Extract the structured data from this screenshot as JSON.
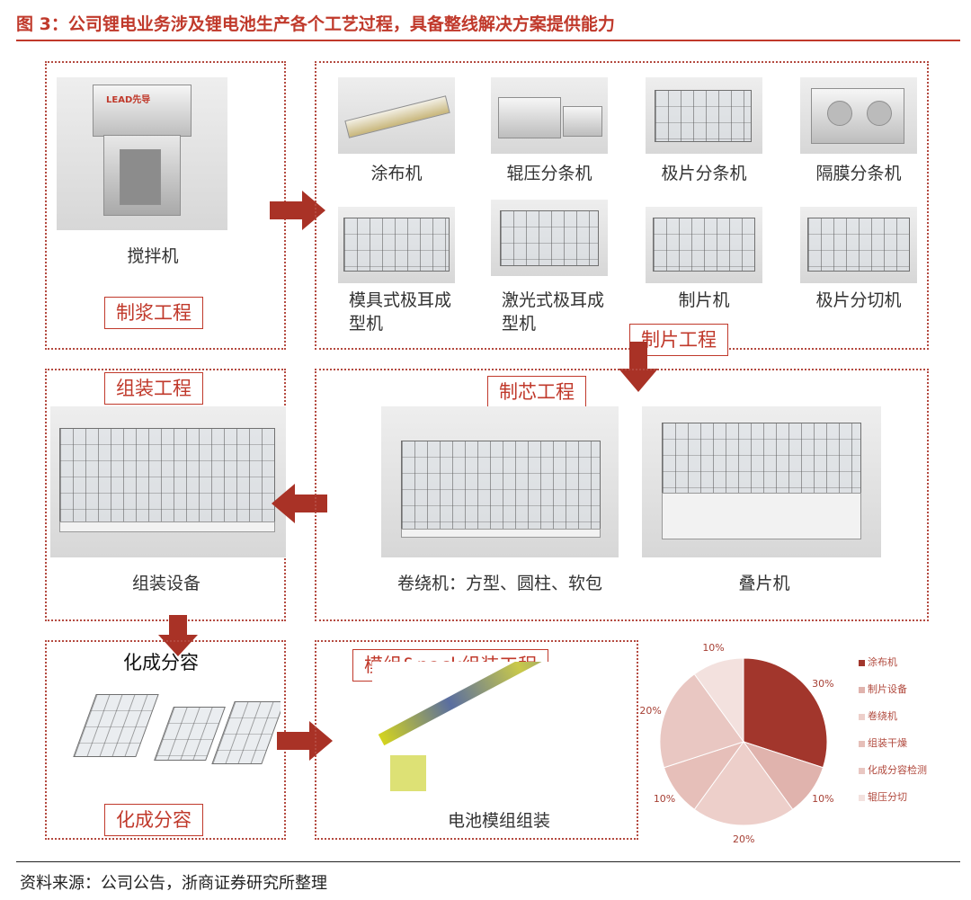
{
  "title": "图 3：公司锂电业务涉及锂电池生产各个工艺过程，具备整线解决方案提供能力",
  "source": "资料来源：公司公告，浙商证券研究所整理",
  "logo_text": "LEAD先导",
  "processes": {
    "slurry": {
      "tag": "制浆工程",
      "machine": "搅拌机"
    },
    "electrode": {
      "tag": "制片工程",
      "machines": [
        "涂布机",
        "辊压分条机",
        "极片分条机",
        "隔膜分条机",
        "模具式极耳成型机",
        "激光式极耳成型机",
        "制片机",
        "极片分切机"
      ]
    },
    "cell": {
      "tag": "制芯工程",
      "machines": [
        "卷绕机：方型、圆柱、软包",
        "叠片机"
      ]
    },
    "assembly": {
      "tag": "组装工程",
      "machine": "组装设备"
    },
    "formation": {
      "tag": "化成分容",
      "heading": "化成分容"
    },
    "module_pack": {
      "tag": "模组&pack组装工程",
      "machine": "电池模组组装"
    }
  },
  "chart_data": {
    "type": "pie",
    "categories": [
      "涂布机",
      "制片设备",
      "卷绕机",
      "组装干燥",
      "化成分容检测",
      "辊压分切"
    ],
    "values": [
      30,
      10,
      20,
      10,
      20,
      10
    ],
    "value_labels": [
      "30%",
      "10%",
      "20%",
      "10%",
      "20%",
      "10%"
    ],
    "colors": [
      "#a2362c",
      "#e0b3ad",
      "#edcfca",
      "#e6bfb9",
      "#e9c7c2",
      "#f3e1de"
    ],
    "legend_position": "right"
  }
}
